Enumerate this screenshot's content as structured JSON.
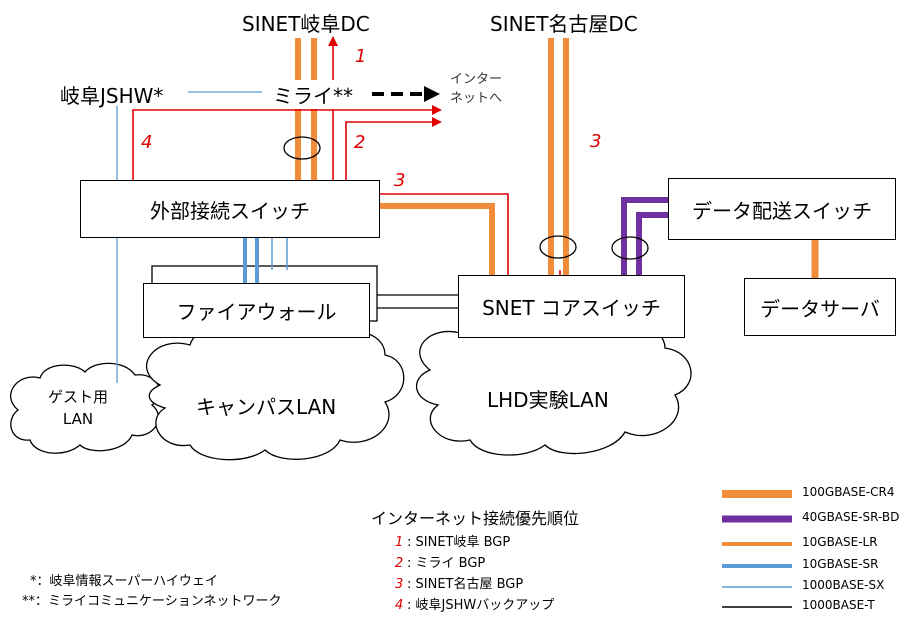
{
  "nodes": {
    "sinet_gifu_dc": "SINET岐阜DC",
    "sinet_nagoya_dc": "SINET名古屋DC",
    "gifu_jshw": "岐阜JSHW*",
    "mirai": "ミライ**",
    "internet": "インター\nネットへ",
    "external_switch": "外部接続スイッチ",
    "firewall": "ファイアウォール",
    "snet_core_switch": "SNET コアスイッチ",
    "data_delivery_switch": "データ配送スイッチ",
    "data_server": "データサーバ",
    "guest_lan": "ゲスト用\nLAN",
    "campus_lan": "キャンパスLAN",
    "lhd_lan": "LHD実験LAN"
  },
  "route_numbers": {
    "r1": "1",
    "r2": "2",
    "r3_upper": "3",
    "r3_lower": "3",
    "r4": "4"
  },
  "priority": {
    "title": "インターネット接続優先順位",
    "items": [
      {
        "num": "1",
        "text": ": SINET岐阜 BGP"
      },
      {
        "num": "2",
        "text": ": ミライ BGP"
      },
      {
        "num": "3",
        "text": ": SINET名古屋 BGP"
      },
      {
        "num": "4",
        "text": ": 岐阜JSHWバックアップ"
      }
    ]
  },
  "footnotes": {
    "star1": "*：岐阜情報スーパーハイウェイ",
    "star2": "**：ミライコミュニケーションネットワーク"
  },
  "legend": [
    {
      "label": "100GBASE-CR4",
      "color": "#f08c3a",
      "style": "thick"
    },
    {
      "label": "40GBASE-SR-BD",
      "color": "#7030a0",
      "style": "thick"
    },
    {
      "label": "10GBASE-LR",
      "color": "#f08c3a",
      "style": "medium"
    },
    {
      "label": "10GBASE-SR",
      "color": "#5b9bd5",
      "style": "medium"
    },
    {
      "label": "1000BASE-SX",
      "color": "#5b9bd5",
      "style": "thin"
    },
    {
      "label": "1000BASE-T",
      "color": "#000000",
      "style": "thin"
    }
  ],
  "colors": {
    "orange": "#f08c3a",
    "purple": "#7030a0",
    "blue": "#5b9bd5",
    "red": "#e00000"
  }
}
